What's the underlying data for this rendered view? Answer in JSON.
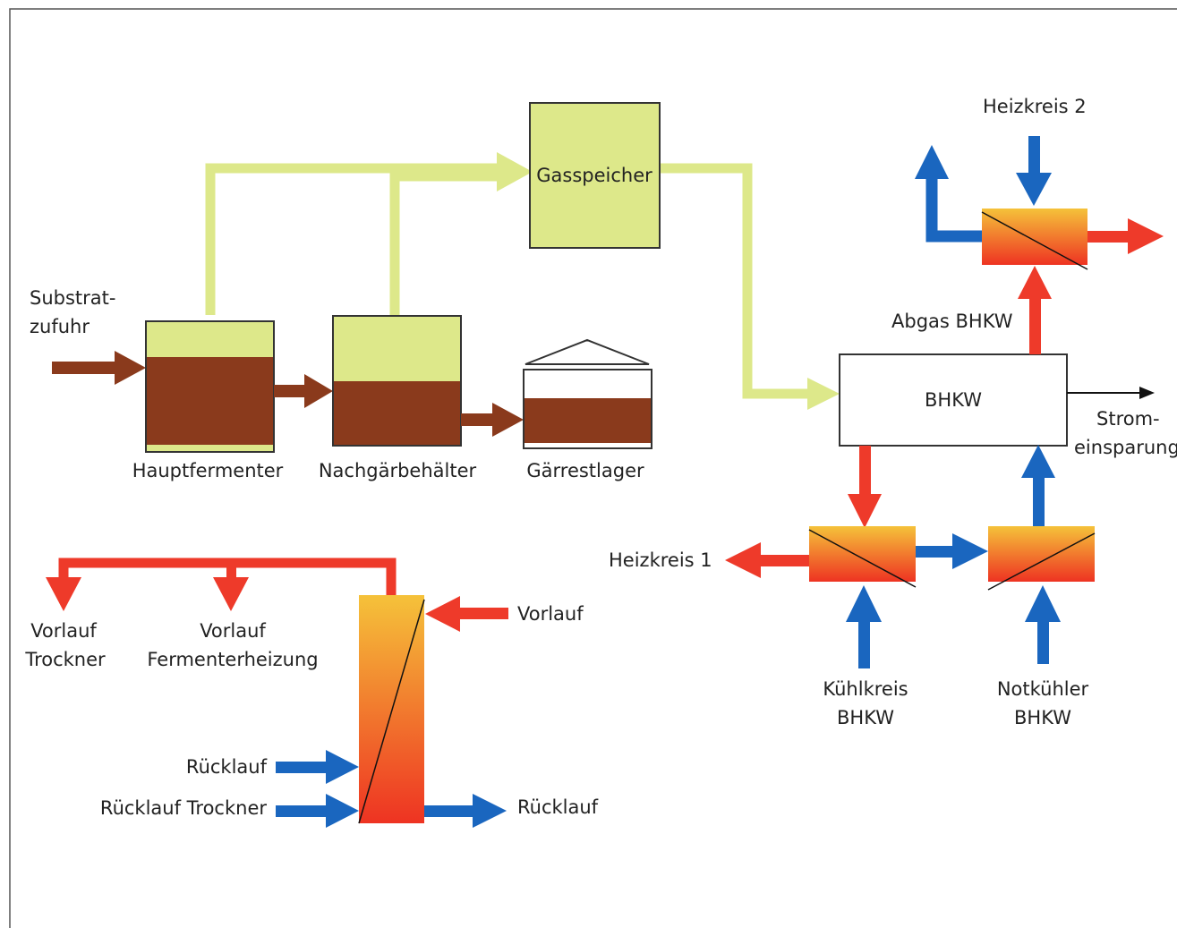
{
  "colors": {
    "gas": "#dde88a",
    "substrate": "#8a3a1c",
    "hot": "#ee3a2a",
    "cold": "#1a66bf",
    "hx_top": "#f5c23a",
    "hx_bottom": "#ee3322"
  },
  "labels": {
    "substrate_feed_1": "Substrat-",
    "substrate_feed_2": "zufuhr",
    "main_fermenter": "Hauptfermenter",
    "post_fermenter": "Nachgärbehälter",
    "digestate_storage": "Gärrestlager",
    "gas_storage": "Gasspeicher",
    "chp": "BHKW",
    "chp_exhaust": "Abgas BHKW",
    "heating_circuit_2": "Heizkreis 2",
    "heating_circuit_1": "Heizkreis 1",
    "power_saving_1": "Strom-",
    "power_saving_2": "einsparung",
    "cooling_circuit_1": "Kühlkreis",
    "cooling_circuit_2": "BHKW",
    "emergency_cooler_1": "Notkühler",
    "emergency_cooler_2": "BHKW",
    "flow_dryer_1": "Vorlauf",
    "flow_dryer_2": "Trockner",
    "flow_fermenter_heating_1": "Vorlauf",
    "flow_fermenter_heating_2": "Fermenterheizung",
    "flow_in": "Vorlauf",
    "return_in": "Rücklauf",
    "return_dryer": "Rücklauf Trockner",
    "return_out": "Rücklauf"
  }
}
